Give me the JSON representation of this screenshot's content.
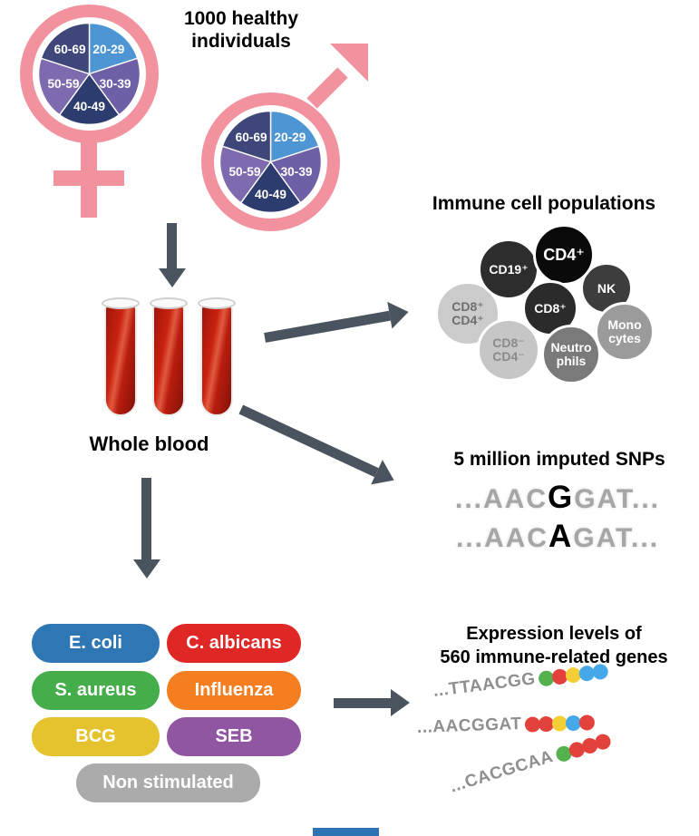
{
  "header": {
    "title_line1": "1000 healthy",
    "title_line2": "individuals"
  },
  "age_pie": {
    "slices": [
      {
        "label": "20-29",
        "value": 20,
        "color": "#4D96D3"
      },
      {
        "label": "30-39",
        "value": 20,
        "color": "#6F5FA6"
      },
      {
        "label": "40-49",
        "value": 20,
        "color": "#2C3C6E"
      },
      {
        "label": "50-59",
        "value": 20,
        "color": "#7E6AAE"
      },
      {
        "label": "60-69",
        "value": 20,
        "color": "#3F4679"
      }
    ]
  },
  "whole_blood": {
    "label": "Whole blood"
  },
  "immune": {
    "title": "Immune cell populations",
    "cells": [
      {
        "line1": "CD8⁺",
        "line2": "CD4⁺",
        "bg": "#CBCBCB",
        "fg": "#6E6E6E"
      },
      {
        "line1": "CD19⁺",
        "line2": "",
        "bg": "#2D2D2D",
        "fg": "#FFFFFF"
      },
      {
        "line1": "NK",
        "line2": "",
        "bg": "#3D3D3D",
        "fg": "#FFFFFF"
      },
      {
        "line1": "CD4⁺",
        "line2": "",
        "bg": "#0A0A0A",
        "fg": "#FFFFFF"
      },
      {
        "line1": "Mono",
        "line2": "cytes",
        "bg": "#9B9B9B",
        "fg": "#FFFFFF"
      },
      {
        "line1": "CD8⁺",
        "line2": "",
        "bg": "#2B2B2B",
        "fg": "#FFFFFF"
      },
      {
        "line1": "CD8⁻",
        "line2": "CD4⁻",
        "bg": "#C6C6C6",
        "fg": "#8A8A8A"
      },
      {
        "line1": "Neutro",
        "line2": "phils",
        "bg": "#7A7A7A",
        "fg": "#FFFFFF"
      }
    ]
  },
  "snps": {
    "title": "5 million imputed SNPs",
    "rows": [
      {
        "prefix": "...AAC",
        "variant": "G",
        "suffix": "GAT..."
      },
      {
        "prefix": "...AAC",
        "variant": "A",
        "suffix": "GAT..."
      }
    ]
  },
  "stimuli": {
    "items": [
      {
        "label": "E. coli",
        "color": "#2F76B5"
      },
      {
        "label": "C. albicans",
        "color": "#DF2826"
      },
      {
        "label": "S. aureus",
        "color": "#45AD49"
      },
      {
        "label": "Influenza",
        "color": "#F57E20"
      },
      {
        "label": "BCG",
        "color": "#E5C32E"
      },
      {
        "label": "SEB",
        "color": "#9156A2"
      },
      {
        "label": "Non stimulated",
        "color": "#ABABAB"
      }
    ]
  },
  "expression": {
    "title_line1": "Expression levels of",
    "title_line2": "560 immune-related genes",
    "dot_colors": {
      "green": "#54B14E",
      "red": "#E2413C",
      "yellow": "#F3CF35",
      "blue": "#46A7E9"
    },
    "reads": [
      {
        "seq": "...TTAACGG",
        "dots": [
          "green",
          "red",
          "yellow",
          "blue",
          "blue"
        ]
      },
      {
        "seq": "...AACGGAT",
        "dots": [
          "red",
          "red",
          "yellow",
          "blue",
          "red"
        ]
      },
      {
        "seq": "...CACGCAA",
        "dots": [
          "green",
          "red",
          "red",
          "red"
        ]
      }
    ]
  }
}
